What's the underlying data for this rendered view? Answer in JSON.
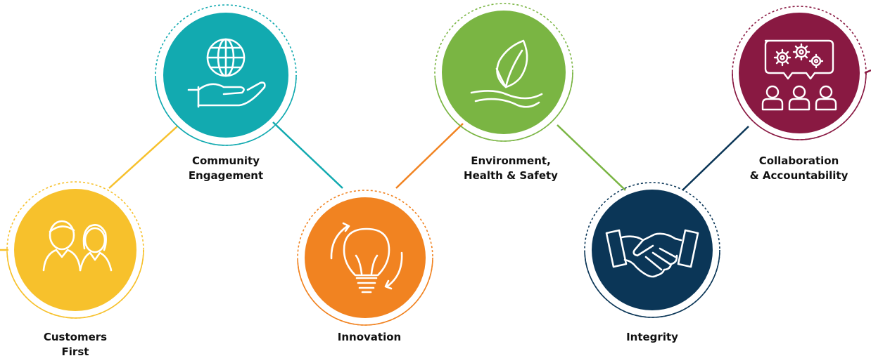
{
  "values": [
    {
      "id": "customers",
      "lines": [
        "Customers",
        "First"
      ],
      "color": "#F7C12C",
      "icon": "two-people-icon"
    },
    {
      "id": "community",
      "lines": [
        "Community",
        "Engagement"
      ],
      "color": "#12AAB0",
      "icon": "globe-in-hand-icon"
    },
    {
      "id": "innovation",
      "lines": [
        "Innovation"
      ],
      "color": "#F18321",
      "icon": "lightbulb-cycle-icon"
    },
    {
      "id": "environment",
      "lines": [
        "Environment,",
        "Health & Safety"
      ],
      "color": "#7AB543",
      "icon": "sprout-leaf-icon"
    },
    {
      "id": "integrity",
      "lines": [
        "Integrity"
      ],
      "color": "#0B3657",
      "icon": "handshake-icon"
    },
    {
      "id": "collaboration",
      "lines": [
        "Collaboration",
        "& Accountability"
      ],
      "color": "#891942",
      "icon": "gears-team-icon"
    }
  ]
}
